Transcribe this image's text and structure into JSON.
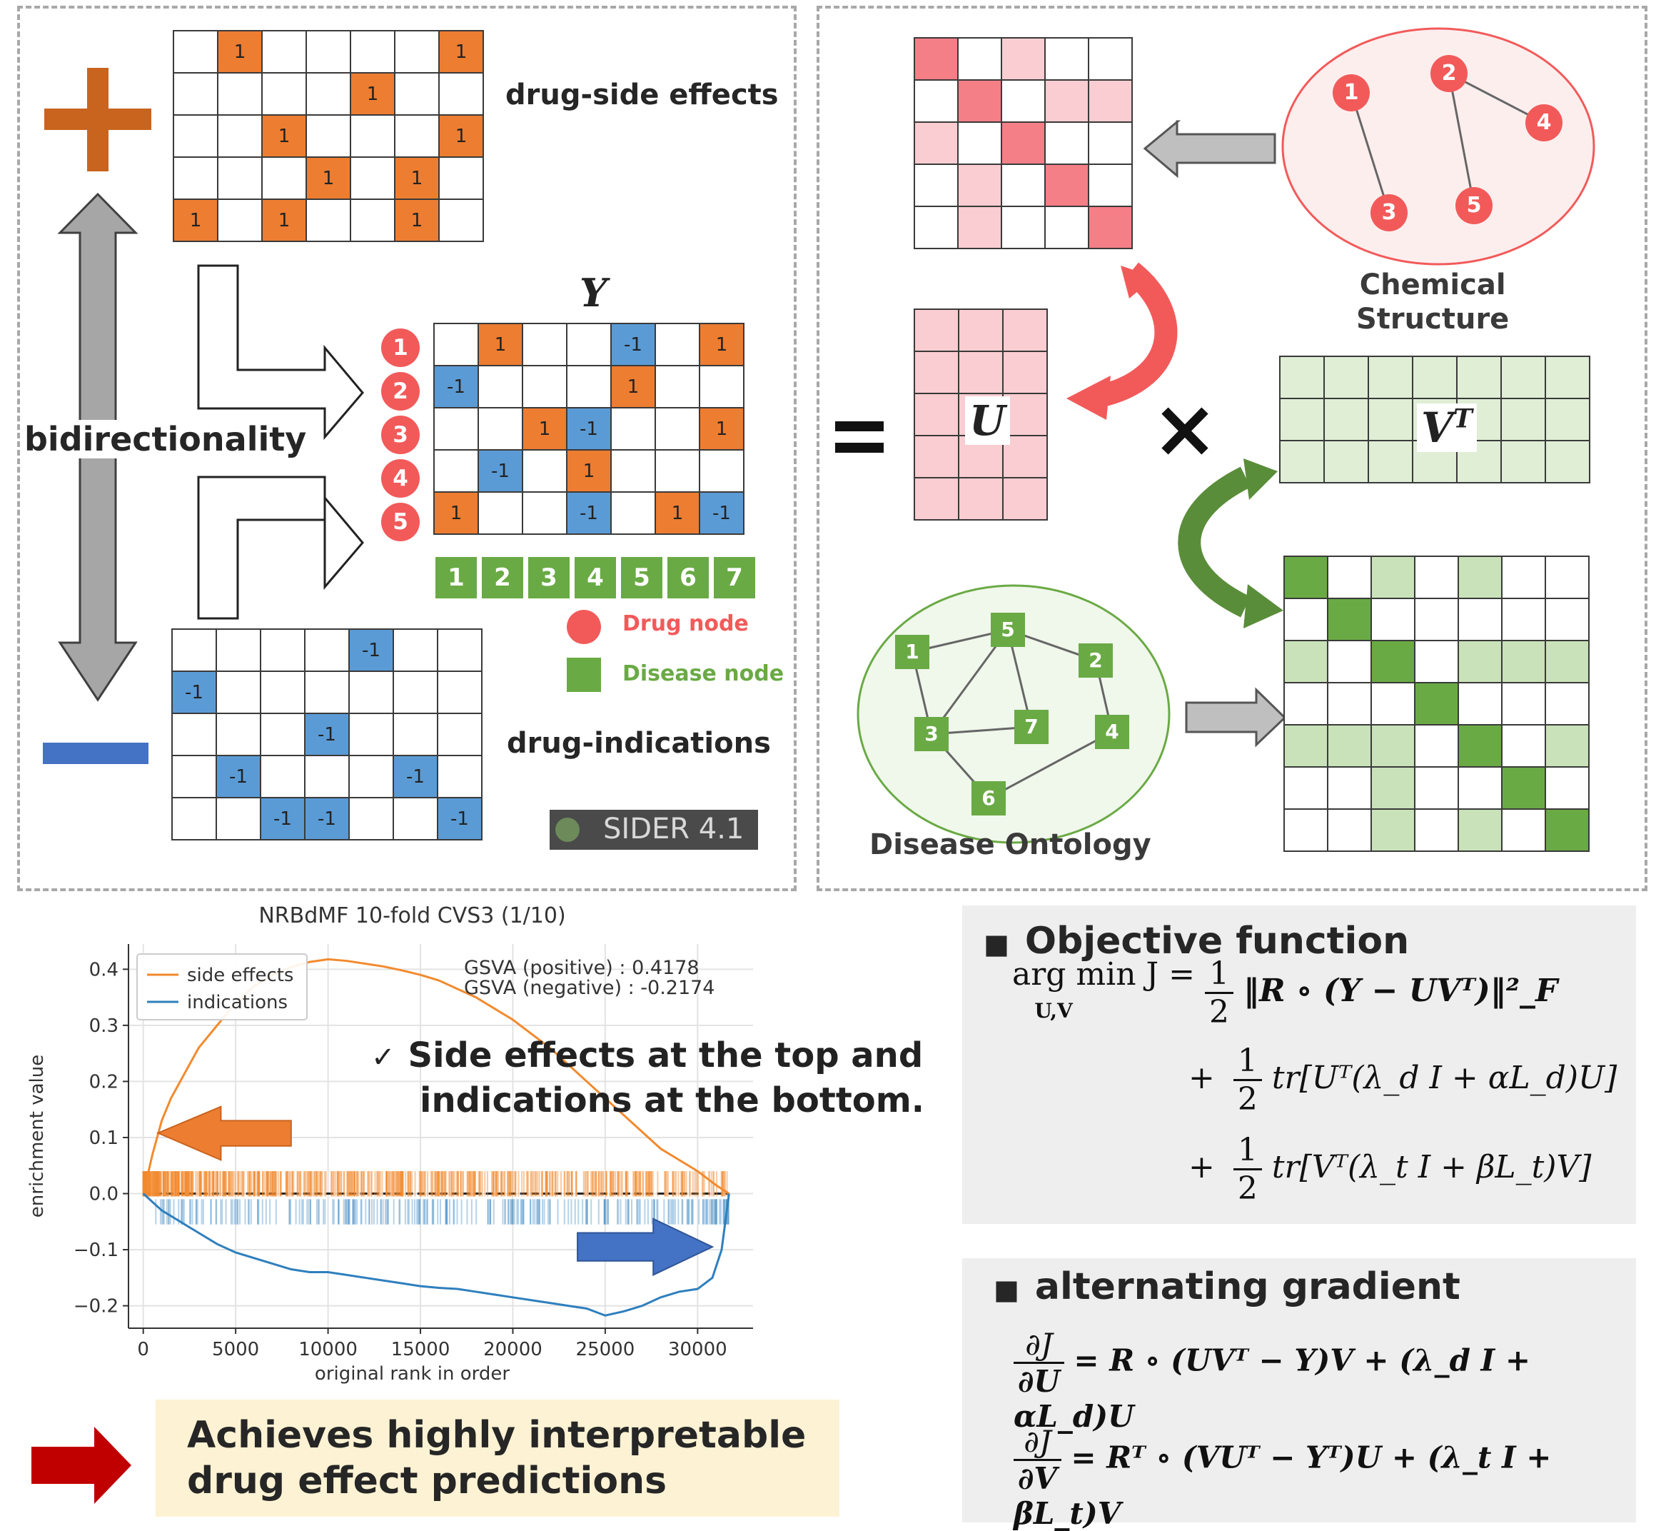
{
  "left_panel": {
    "side_effects_label": "drug-side effects",
    "indications_label": "drug-indications",
    "bidirectionality_label": "bidirectionality",
    "y_label": "Y",
    "sider_label": "SIDER 4.1",
    "drug_node_label": "Drug node",
    "disease_node_label": "Disease node",
    "drug_numbers": [
      "1",
      "2",
      "3",
      "4",
      "5"
    ],
    "disease_numbers": [
      "1",
      "2",
      "3",
      "4",
      "5",
      "6",
      "7"
    ],
    "side_effects_matrix": [
      [
        "",
        "1",
        "",
        "",
        "",
        "",
        "1"
      ],
      [
        "",
        "",
        "",
        "",
        "1",
        "",
        ""
      ],
      [
        "",
        "",
        "1",
        "",
        "",
        "",
        "1"
      ],
      [
        "",
        "",
        "",
        "1",
        "",
        "1",
        ""
      ],
      [
        "1",
        "",
        "1",
        "",
        "",
        "1",
        ""
      ]
    ],
    "indications_matrix": [
      [
        "",
        "",
        "",
        "",
        "-1",
        "",
        ""
      ],
      [
        "-1",
        "",
        "",
        "",
        "",
        "",
        ""
      ],
      [
        "",
        "",
        "",
        "-1",
        "",
        "",
        ""
      ],
      [
        "",
        "-1",
        "",
        "",
        "",
        "-1",
        ""
      ],
      [
        "",
        "",
        "-1",
        "-1",
        "",
        "",
        "-1"
      ]
    ],
    "y_matrix": [
      [
        "",
        "1",
        "",
        "",
        "-1",
        "",
        "1"
      ],
      [
        "-1",
        "",
        "",
        "",
        "1",
        "",
        ""
      ],
      [
        "",
        "",
        "1",
        "-1",
        "",
        "",
        "1"
      ],
      [
        "",
        "-1",
        "",
        "1",
        "",
        "",
        ""
      ],
      [
        "1",
        "",
        "",
        "-1",
        "",
        "1",
        "-1"
      ]
    ]
  },
  "right_panel": {
    "equals_sign": "=",
    "times_sign": "×",
    "u_label": "U",
    "vt_label": "V",
    "vt_sup": "T",
    "chemical_structure_label": [
      "Chemical",
      "Structure"
    ],
    "disease_ontology_label": "Disease Ontology",
    "chem_nodes": [
      "1",
      "2",
      "3",
      "4",
      "5"
    ],
    "ontology_nodes": [
      "1",
      "2",
      "3",
      "4",
      "5",
      "6",
      "7"
    ],
    "drug_similarity_levels": [
      [
        3,
        0,
        1,
        0,
        0
      ],
      [
        0,
        3,
        0,
        1,
        1
      ],
      [
        1,
        0,
        3,
        0,
        0
      ],
      [
        0,
        1,
        0,
        3,
        0
      ],
      [
        0,
        1,
        0,
        0,
        3
      ]
    ],
    "disease_similarity_levels": [
      [
        2,
        0,
        1,
        0,
        1,
        0,
        0
      ],
      [
        0,
        2,
        0,
        0,
        0,
        0,
        0
      ],
      [
        1,
        0,
        2,
        0,
        1,
        1,
        1
      ],
      [
        0,
        0,
        0,
        2,
        0,
        0,
        0
      ],
      [
        1,
        1,
        1,
        0,
        2,
        0,
        1
      ],
      [
        0,
        0,
        1,
        0,
        0,
        2,
        0
      ],
      [
        0,
        0,
        1,
        0,
        1,
        0,
        2
      ]
    ],
    "colors": {
      "drug_strong": "#f47f87",
      "drug_light": "#f9cdd1",
      "u_fill": "#f9cdd1",
      "disease_strong": "#6aaa45",
      "disease_light": "#c9e2b9",
      "vt_fill": "#dfeed5",
      "red_arrow": "#f25a5a",
      "green_arrow": "#5a8d3a"
    }
  },
  "chart_data": {
    "type": "line",
    "title": "NRBdMF 10-fold CVS3 (1/10)",
    "xlabel": "original rank in order",
    "ylabel": "enrichment value",
    "xlim": [
      -800,
      33000
    ],
    "ylim": [
      -0.24,
      0.445
    ],
    "xticks": [
      0,
      5000,
      10000,
      15000,
      20000,
      25000,
      30000
    ],
    "yticks": [
      0.4,
      0.3,
      0.2,
      0.1,
      0.0,
      -0.1,
      -0.2
    ],
    "ytick_labels": [
      "0.4",
      "0.3",
      "0.2",
      "0.1",
      "0.0",
      "−0.1",
      "−0.2"
    ],
    "grid": true,
    "legend_position": "top-left",
    "annotation_lines": [
      "GSVA (positive) : 0.4178",
      "GSVA (negative) : -0.2174"
    ],
    "series": [
      {
        "name": "side effects",
        "color": "#f28a2e",
        "x": [
          0,
          500,
          1000,
          1500,
          2000,
          3000,
          4000,
          5000,
          6000,
          7000,
          8000,
          9000,
          10000,
          11000,
          12000,
          13000,
          14000,
          15000,
          16000,
          17000,
          18000,
          19000,
          20000,
          21000,
          22000,
          23000,
          24000,
          25000,
          26000,
          27000,
          28000,
          29000,
          30000,
          31000,
          31700
        ],
        "y": [
          0.0,
          0.07,
          0.13,
          0.17,
          0.2,
          0.26,
          0.3,
          0.34,
          0.37,
          0.39,
          0.404,
          0.413,
          0.4178,
          0.415,
          0.41,
          0.405,
          0.398,
          0.39,
          0.38,
          0.365,
          0.35,
          0.33,
          0.31,
          0.285,
          0.26,
          0.23,
          0.2,
          0.17,
          0.14,
          0.11,
          0.08,
          0.06,
          0.04,
          0.015,
          0.0
        ]
      },
      {
        "name": "indications",
        "color": "#2e7fbd",
        "x": [
          0,
          1000,
          2000,
          3000,
          4000,
          5000,
          6000,
          7000,
          8000,
          9000,
          10000,
          11000,
          12000,
          13000,
          14000,
          15000,
          16000,
          17000,
          18000,
          19000,
          20000,
          21000,
          22000,
          23000,
          24000,
          25000,
          26000,
          27000,
          28000,
          29000,
          30000,
          30800,
          31300,
          31700
        ],
        "y": [
          0.0,
          -0.03,
          -0.05,
          -0.07,
          -0.09,
          -0.105,
          -0.115,
          -0.125,
          -0.135,
          -0.14,
          -0.14,
          -0.145,
          -0.15,
          -0.155,
          -0.16,
          -0.165,
          -0.168,
          -0.17,
          -0.175,
          -0.18,
          -0.185,
          -0.19,
          -0.195,
          -0.2,
          -0.205,
          -0.2174,
          -0.21,
          -0.2,
          -0.185,
          -0.175,
          -0.17,
          -0.15,
          -0.1,
          0.0
        ]
      }
    ]
  },
  "bottom_left": {
    "checkmark": "✓",
    "note_lines": [
      "Side effects at the top and",
      "indications at the bottom."
    ],
    "conclusion_lines": [
      "Achieves highly interpretable",
      "drug effect predictions"
    ]
  },
  "objective": {
    "heading": "Objective function",
    "bullet": "■",
    "argmin": "arg min J =",
    "argmin_sub": "U,V",
    "one": "1",
    "two": "2",
    "term1": "‖R ∘ (Y − UVᵀ)‖²_F",
    "plus": "+",
    "term2": "tr[Uᵀ(λ_d I + αL_d)U]",
    "term3": "tr[Vᵀ(λ_t I + βL_t)V]"
  },
  "gradient": {
    "heading": "alternating gradient",
    "bullet": "■",
    "dJ": "∂J",
    "dU": "∂U",
    "dV": "∂V",
    "eq_u": "= R ∘ (UVᵀ − Y)V + (λ_d I + αL_d)U",
    "eq_v": "= Rᵀ ∘ (VUᵀ − Yᵀ)U + (λ_t I + βL_t)V"
  }
}
